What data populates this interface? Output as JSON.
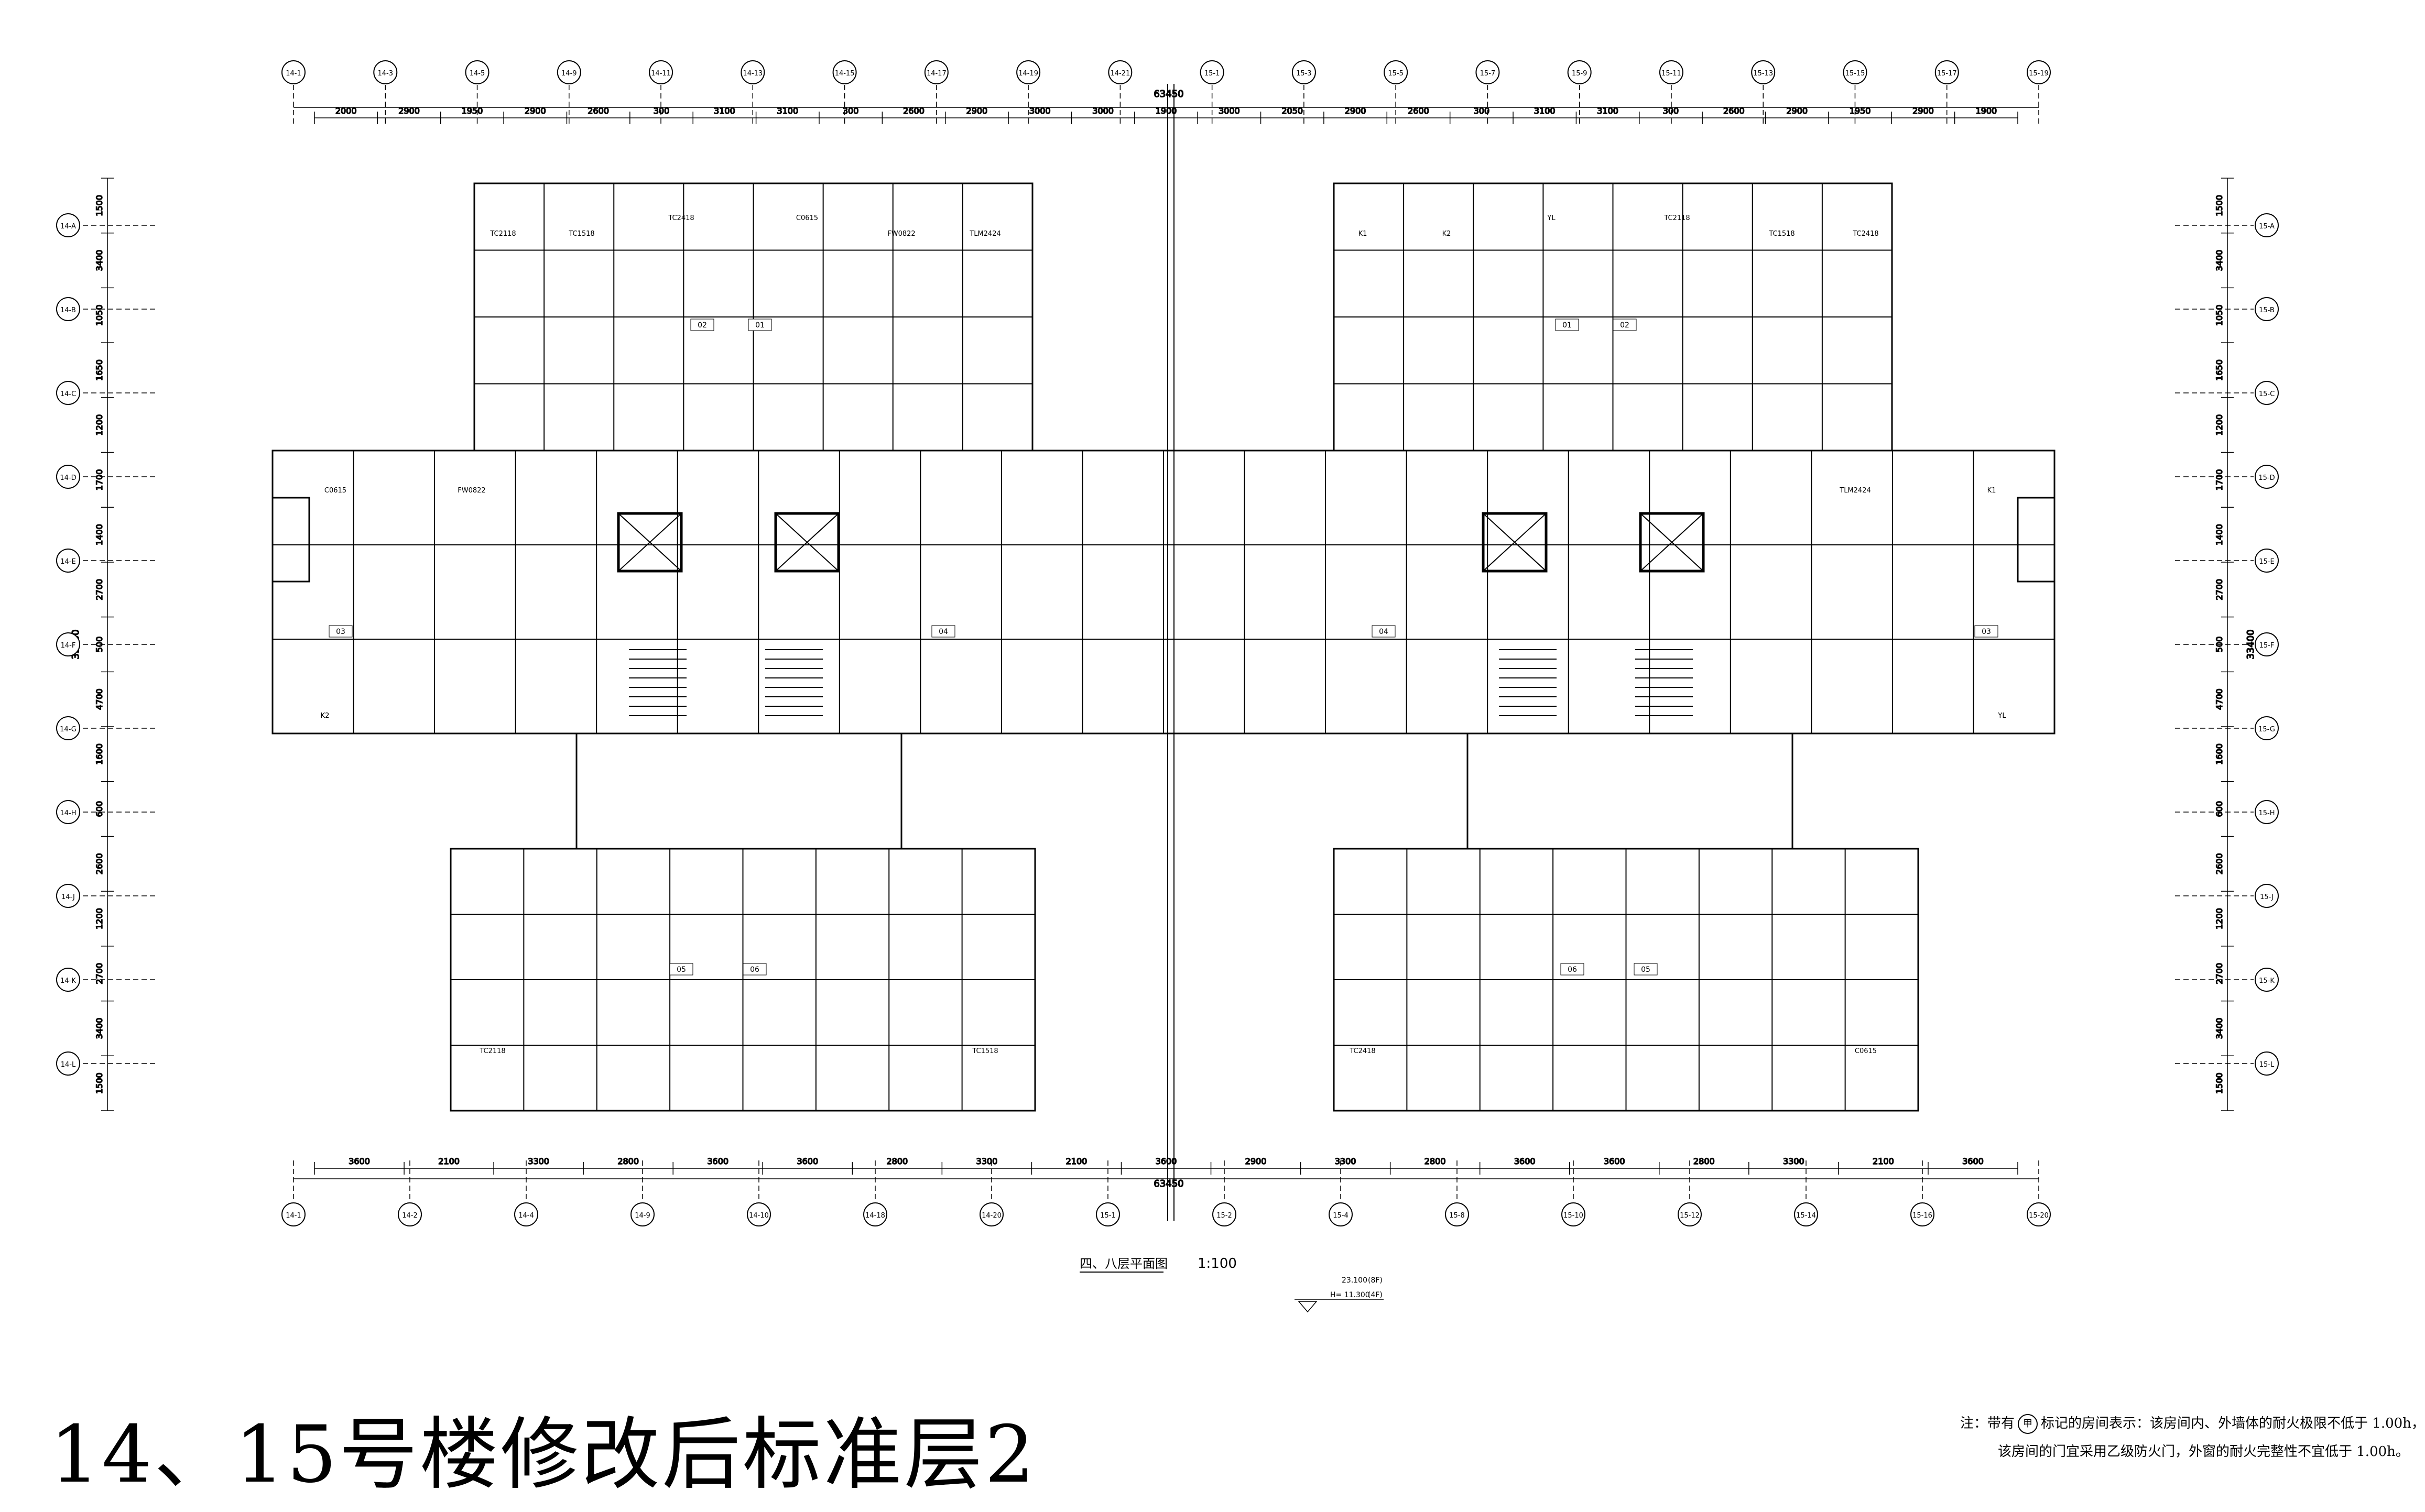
{
  "drawing": {
    "overall_dimension": "63450",
    "plan_title": "四、八层平面图",
    "scale": "1:100",
    "elevation_top": "23.100",
    "elevation_bottom": "H= 11.300",
    "elevation_note_top": "(8F)",
    "elevation_note_bottom": "(4F)",
    "top_segments": [
      "2000",
      "2900",
      "1950",
      "2900",
      "2600",
      "300",
      "3100",
      "3100",
      "300",
      "2600",
      "2900",
      "3000",
      "3000",
      "1900",
      "3000",
      "2050",
      "2900",
      "2600",
      "300",
      "3100",
      "3100",
      "300",
      "2600",
      "2900",
      "1950",
      "2900",
      "1900"
    ],
    "bottom_segments": [
      "3600",
      "2100",
      "3300",
      "2800",
      "3600",
      "3600",
      "2800",
      "3300",
      "2100",
      "3600",
      "2900",
      "3300",
      "2800",
      "3600",
      "3600",
      "2800",
      "3300",
      "2100",
      "3600"
    ],
    "left_segments": [
      "1500",
      "3400",
      "1050",
      "1650",
      "1200",
      "1700",
      "1400",
      "2700",
      "500",
      "4700",
      "1600",
      "600",
      "2600",
      "1200",
      "2700",
      "3400",
      "1500"
    ],
    "right_segments": [
      "1500",
      "3400",
      "1050",
      "1650",
      "1200",
      "1700",
      "1400",
      "2700",
      "500",
      "4700",
      "1600",
      "600",
      "2600",
      "1200",
      "2700",
      "3400",
      "1500"
    ],
    "side_total": "33400",
    "top_axes": [
      "14-1",
      "14-3",
      "14-5",
      "14-9",
      "14-11",
      "14-13",
      "14-15",
      "14-17",
      "14-19",
      "14-21",
      "15-1",
      "15-3",
      "15-5",
      "15-7",
      "15-9",
      "15-11",
      "15-13",
      "15-15",
      "15-17",
      "15-19"
    ],
    "bottom_axes": [
      "14-1",
      "14-2",
      "14-4",
      "14-9",
      "14-10",
      "14-18",
      "14-20",
      "15-1",
      "15-2",
      "15-4",
      "15-8",
      "15-10",
      "15-12",
      "15-14",
      "15-16",
      "15-20"
    ],
    "left_axes": [
      "14-A",
      "14-B",
      "14-C",
      "14-D",
      "14-E",
      "14-F",
      "14-G",
      "14-H",
      "14-J",
      "14-K",
      "14-L"
    ],
    "right_axes": [
      "15-A",
      "15-B",
      "15-C",
      "15-D",
      "15-E",
      "15-F",
      "15-G",
      "15-H",
      "15-J",
      "15-K",
      "15-L"
    ],
    "window_labels": [
      "TC2118",
      "TC1518",
      "TC2418",
      "C0615",
      "FW0822",
      "TLM2424",
      "K1",
      "K2",
      "YL"
    ],
    "unit_labels": [
      "02",
      "01",
      "03",
      "04",
      "05",
      "06"
    ]
  },
  "title": "14、15号楼修改后标准层2",
  "note": {
    "line1_before": "注：带有",
    "mark": "甲",
    "line1_after": "标记的房间表示：该房间内、外墙体的耐火极限不低于 1.00h，",
    "line2": "该房间的门宜采用乙级防火门，外窗的耐火完整性不宜低于 1.00h。"
  },
  "colors": {
    "ink": "#000000",
    "paper": "#ffffff"
  }
}
